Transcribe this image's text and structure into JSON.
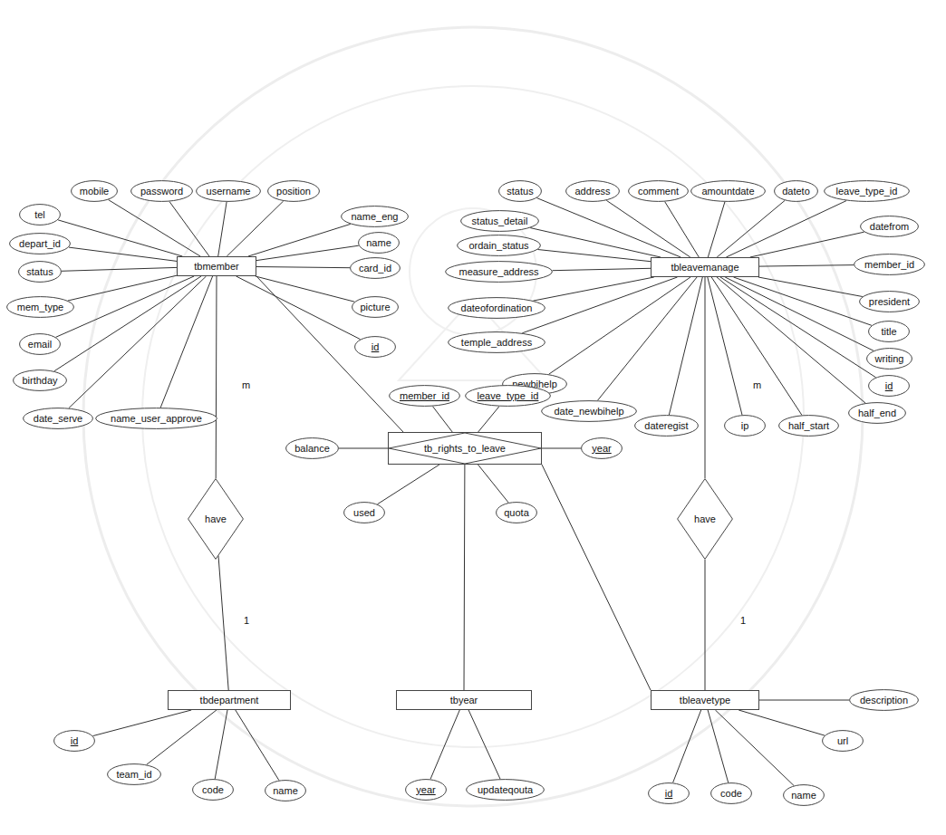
{
  "diagram": {
    "nodes": [
      {
        "text": [
          "tbmember"
        ]
      },
      {
        "text": [
          "mobile"
        ]
      },
      {
        "text": [
          "password"
        ]
      },
      {
        "text": [
          "username"
        ]
      },
      {
        "text": [
          "position"
        ]
      },
      {
        "text": [
          "name_eng"
        ]
      },
      {
        "text": [
          "name"
        ]
      },
      {
        "text": [
          "card_id"
        ]
      },
      {
        "text": [
          "picture"
        ]
      },
      {
        "text": [
          "id"
        ]
      },
      {
        "text": [
          "tel"
        ]
      },
      {
        "text": [
          "depart_id"
        ]
      },
      {
        "text": [
          "status"
        ]
      },
      {
        "text": [
          "mem_type"
        ]
      },
      {
        "text": [
          "email"
        ]
      },
      {
        "text": [
          "birthday"
        ]
      },
      {
        "text": [
          "date_serve"
        ]
      },
      {
        "text": [
          "name_user_approve"
        ]
      },
      {
        "text": [
          "tbleavemanage"
        ]
      },
      {
        "text": [
          "status"
        ]
      },
      {
        "text": [
          "address"
        ]
      },
      {
        "text": [
          "comment"
        ]
      },
      {
        "text": [
          "amountdate"
        ]
      },
      {
        "text": [
          "dateto"
        ]
      },
      {
        "text": [
          "leave_type_id"
        ]
      },
      {
        "text": [
          "datefrom"
        ]
      },
      {
        "text": [
          "member_id"
        ]
      },
      {
        "text": [
          "president"
        ]
      },
      {
        "text": [
          "title"
        ]
      },
      {
        "text": [
          "writing"
        ]
      },
      {
        "text": [
          "id"
        ]
      },
      {
        "text": [
          "half_end"
        ]
      },
      {
        "text": [
          "half_start"
        ]
      },
      {
        "text": [
          "ip"
        ]
      },
      {
        "text": [
          "dateregist"
        ]
      },
      {
        "text": [
          "date_newbihelp"
        ]
      },
      {
        "text": [
          "newbihelp"
        ]
      },
      {
        "text": [
          "temple_address"
        ]
      },
      {
        "text": [
          "dateofordination"
        ]
      },
      {
        "text": [
          "measure_address"
        ]
      },
      {
        "text": [
          "ordain_status"
        ]
      },
      {
        "text": [
          "status_detail"
        ]
      },
      {
        "text": [
          "tb_rights_to_leave"
        ]
      },
      {
        "text": [
          "member_id"
        ]
      },
      {
        "text": [
          "leave_type_id"
        ]
      },
      {
        "text": [
          "balance"
        ]
      },
      {
        "text": [
          "year"
        ]
      },
      {
        "text": [
          "used"
        ]
      },
      {
        "text": [
          "quota"
        ]
      },
      {
        "text": [
          "have"
        ]
      },
      {
        "text": [
          "have"
        ]
      },
      {
        "text": [
          "tbdepartment"
        ]
      },
      {
        "text": [
          "id"
        ]
      },
      {
        "text": [
          "team_id"
        ]
      },
      {
        "text": [
          "code"
        ]
      },
      {
        "text": [
          "name"
        ]
      },
      {
        "text": [
          "tbyear"
        ]
      },
      {
        "text": [
          "year"
        ]
      },
      {
        "text": [
          "updateqouta"
        ]
      },
      {
        "text": [
          "tbleavetype"
        ]
      },
      {
        "text": [
          "description"
        ]
      },
      {
        "text": [
          "url"
        ]
      },
      {
        "text": [
          "name"
        ]
      },
      {
        "text": [
          "code"
        ]
      },
      {
        "text": [
          "id"
        ]
      }
    ],
    "edges": [
      {
        "from": 0,
        "to": 1,
        "arrow": "none"
      },
      {
        "from": 0,
        "to": 2,
        "arrow": "none"
      },
      {
        "from": 0,
        "to": 3,
        "arrow": "none"
      },
      {
        "from": 0,
        "to": 4,
        "arrow": "none"
      },
      {
        "from": 0,
        "to": 5,
        "arrow": "none"
      },
      {
        "from": 0,
        "to": 6,
        "arrow": "none"
      },
      {
        "from": 0,
        "to": 7,
        "arrow": "none"
      },
      {
        "from": 0,
        "to": 8,
        "arrow": "none"
      },
      {
        "from": 0,
        "to": 9,
        "arrow": "none"
      },
      {
        "from": 0,
        "to": 10,
        "arrow": "none"
      },
      {
        "from": 0,
        "to": 11,
        "arrow": "none"
      },
      {
        "from": 0,
        "to": 12,
        "arrow": "none"
      },
      {
        "from": 0,
        "to": 13,
        "arrow": "none"
      },
      {
        "from": 0,
        "to": 14,
        "arrow": "none"
      },
      {
        "from": 0,
        "to": 15,
        "arrow": "none"
      },
      {
        "from": 0,
        "to": 16,
        "arrow": "none"
      },
      {
        "from": 0,
        "to": 17,
        "arrow": "none"
      },
      {
        "from": 18,
        "to": 19,
        "arrow": "none"
      },
      {
        "from": 18,
        "to": 20,
        "arrow": "none"
      },
      {
        "from": 18,
        "to": 21,
        "arrow": "none"
      },
      {
        "from": 18,
        "to": 22,
        "arrow": "none"
      },
      {
        "from": 18,
        "to": 23,
        "arrow": "none"
      },
      {
        "from": 18,
        "to": 24,
        "arrow": "none"
      },
      {
        "from": 18,
        "to": 25,
        "arrow": "none"
      },
      {
        "from": 18,
        "to": 26,
        "arrow": "none"
      },
      {
        "from": 18,
        "to": 27,
        "arrow": "none"
      },
      {
        "from": 18,
        "to": 28,
        "arrow": "none"
      },
      {
        "from": 18,
        "to": 29,
        "arrow": "none"
      },
      {
        "from": 18,
        "to": 30,
        "arrow": "none"
      },
      {
        "from": 18,
        "to": 31,
        "arrow": "none"
      },
      {
        "from": 18,
        "to": 32,
        "arrow": "none"
      },
      {
        "from": 18,
        "to": 33,
        "arrow": "none"
      },
      {
        "from": 18,
        "to": 34,
        "arrow": "none"
      },
      {
        "from": 18,
        "to": 35,
        "arrow": "none"
      },
      {
        "from": 18,
        "to": 36,
        "arrow": "none"
      },
      {
        "from": 18,
        "to": 37,
        "arrow": "none"
      },
      {
        "from": 18,
        "to": 38,
        "arrow": "none"
      },
      {
        "from": 18,
        "to": 39,
        "arrow": "none"
      },
      {
        "from": 18,
        "to": 40,
        "arrow": "none"
      },
      {
        "from": 18,
        "to": 41,
        "arrow": "none"
      },
      {
        "from": 42,
        "to": 43,
        "arrow": "none"
      },
      {
        "from": 42,
        "to": 44,
        "arrow": "none"
      },
      {
        "from": 42,
        "to": 45,
        "arrow": "none"
      },
      {
        "from": 42,
        "to": 46,
        "arrow": "none"
      },
      {
        "from": 42,
        "to": 47,
        "arrow": "none"
      },
      {
        "from": 42,
        "to": 48,
        "arrow": "none"
      },
      {
        "from": 0,
        "to": 49,
        "arrow": "none"
      },
      {
        "from": 49,
        "to": 51,
        "arrow": "none"
      },
      {
        "from": 18,
        "to": 50,
        "arrow": "none"
      },
      {
        "from": 50,
        "to": 59,
        "arrow": "none"
      },
      {
        "from": 0,
        "to": 42,
        "arrow": "none"
      },
      {
        "from": 42,
        "to": 56,
        "arrow": "none"
      },
      {
        "from": 42,
        "to": 59,
        "arrow": "none"
      },
      {
        "from": 51,
        "to": 52,
        "arrow": "none"
      },
      {
        "from": 51,
        "to": 53,
        "arrow": "none"
      },
      {
        "from": 51,
        "to": 54,
        "arrow": "none"
      },
      {
        "from": 51,
        "to": 55,
        "arrow": "none"
      },
      {
        "from": 56,
        "to": 57,
        "arrow": "none"
      },
      {
        "from": 56,
        "to": 58,
        "arrow": "none"
      },
      {
        "from": 59,
        "to": 60,
        "arrow": "none"
      },
      {
        "from": 59,
        "to": 61,
        "arrow": "none"
      },
      {
        "from": 59,
        "to": 62,
        "arrow": "none"
      },
      {
        "from": 59,
        "to": 63,
        "arrow": "none"
      },
      {
        "from": 59,
        "to": 64,
        "arrow": "none"
      }
    ],
    "labels": [
      "m",
      "1",
      "m",
      "1"
    ]
  }
}
